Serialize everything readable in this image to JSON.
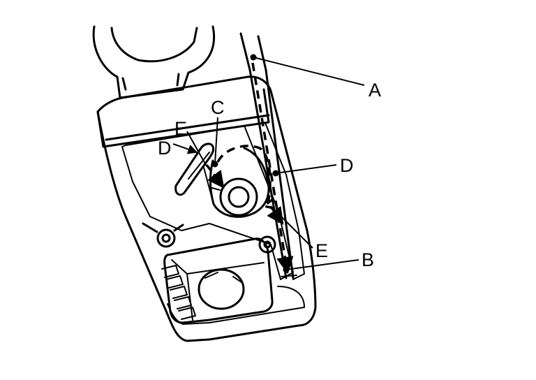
{
  "colors": {
    "line": "#000000",
    "background": "#ffffff"
  },
  "callouts": {
    "a": "A",
    "b": "B",
    "c": "C",
    "d_left": "D",
    "d_right": "D",
    "e_left": "E",
    "e_right": "E"
  }
}
